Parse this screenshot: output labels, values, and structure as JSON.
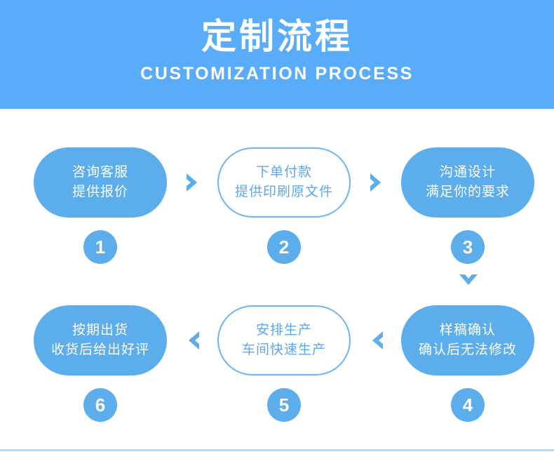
{
  "banner": {
    "title": "定制流程",
    "subtitle": "CUSTOMIZATION PROCESS",
    "background_color": "#59ACF9",
    "text_color": "#FFFFFF"
  },
  "theme": {
    "card_fill": "#5CADEB",
    "card_outline_border": "#6BB6F2",
    "card_outline_text": "#5BA8EE",
    "number_circle": "#5CADEB",
    "arrow_color": "#5CADEB",
    "bottom_rule": "#AFD9F7",
    "page_background": "#FFFFFF"
  },
  "steps": [
    {
      "number": "1",
      "line1": "咨询客服",
      "line2": "提供报价",
      "style": "filled"
    },
    {
      "number": "2",
      "line1": "下单付款",
      "line2": "提供印刷原文件",
      "style": "outline"
    },
    {
      "number": "3",
      "line1": "沟通设计",
      "line2": "满足你的要求",
      "style": "filled"
    },
    {
      "number": "4",
      "line1": "样稿确认",
      "line2": "确认后无法修改",
      "style": "filled"
    },
    {
      "number": "5",
      "line1": "安排生产",
      "line2": "车间快速生产",
      "style": "outline"
    },
    {
      "number": "6",
      "line1": "按期出货",
      "line2": "收货后给出好评",
      "style": "filled"
    }
  ],
  "arrows": [
    {
      "name": "arrow-step1-to-step2",
      "direction": "right"
    },
    {
      "name": "arrow-step2-to-step3",
      "direction": "right"
    },
    {
      "name": "arrow-step3-to-step4",
      "direction": "down"
    },
    {
      "name": "arrow-step4-to-step5",
      "direction": "left"
    },
    {
      "name": "arrow-step5-to-step6",
      "direction": "left"
    }
  ]
}
